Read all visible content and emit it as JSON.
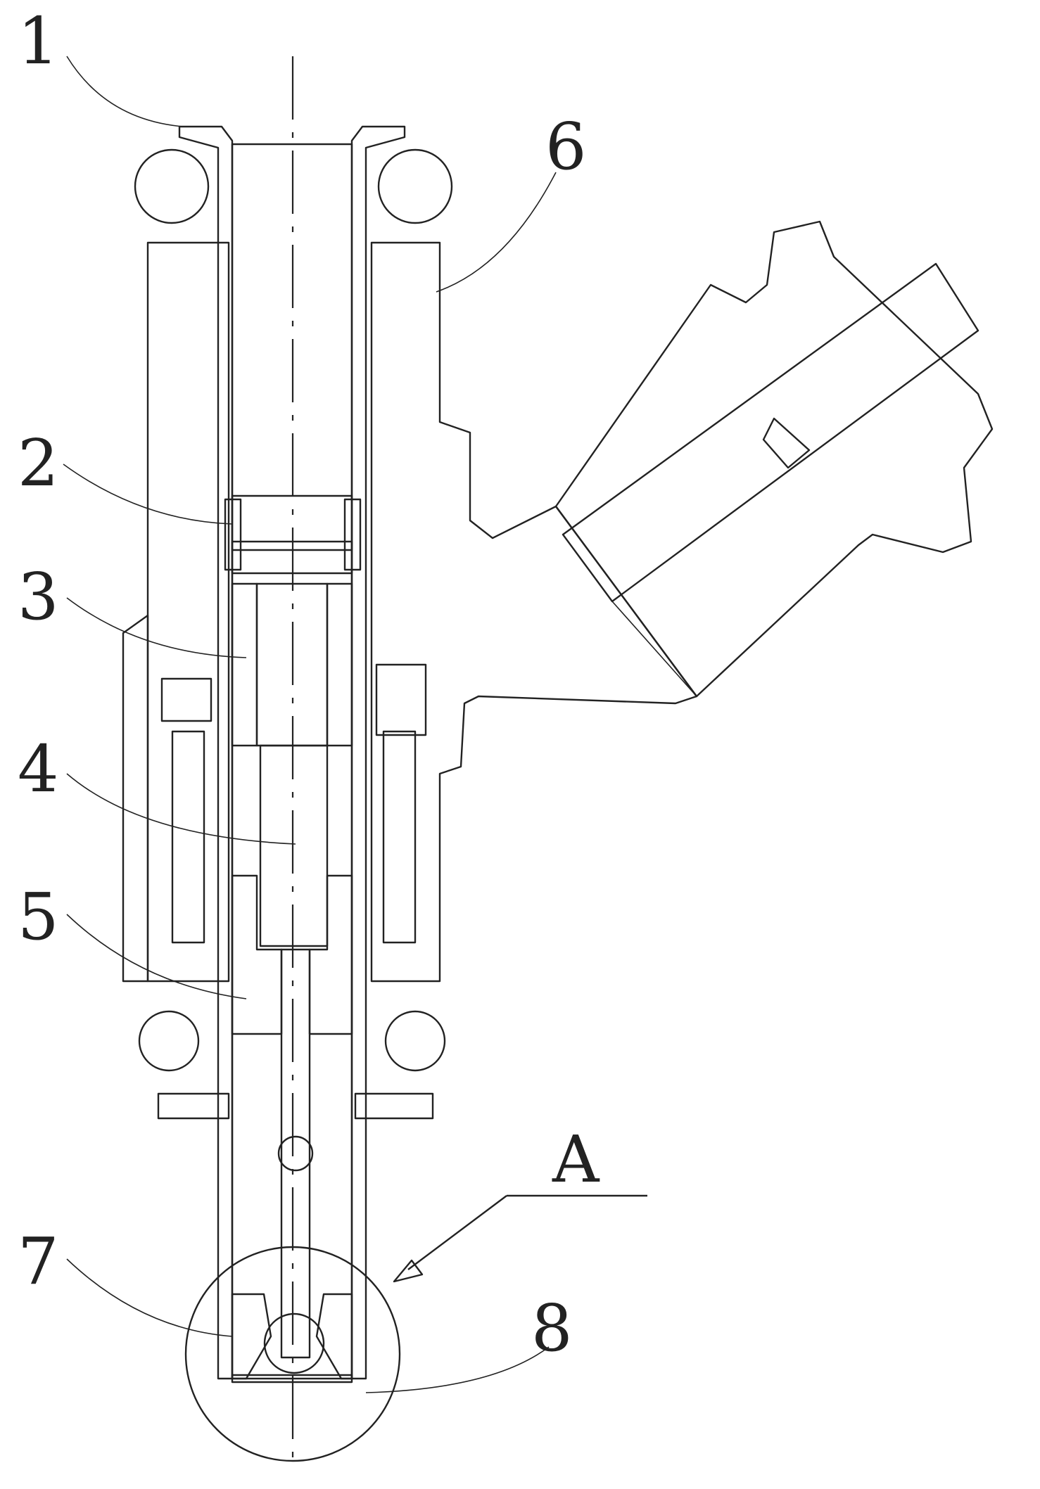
{
  "figure": {
    "callouts": [
      {
        "id": "1",
        "text": "1"
      },
      {
        "id": "2",
        "text": "2"
      },
      {
        "id": "3",
        "text": "3"
      },
      {
        "id": "4",
        "text": "4"
      },
      {
        "id": "5",
        "text": "5"
      },
      {
        "id": "6",
        "text": "6"
      },
      {
        "id": "7",
        "text": "7"
      },
      {
        "id": "8",
        "text": "8"
      }
    ],
    "detail_view": {
      "text": "A"
    }
  }
}
